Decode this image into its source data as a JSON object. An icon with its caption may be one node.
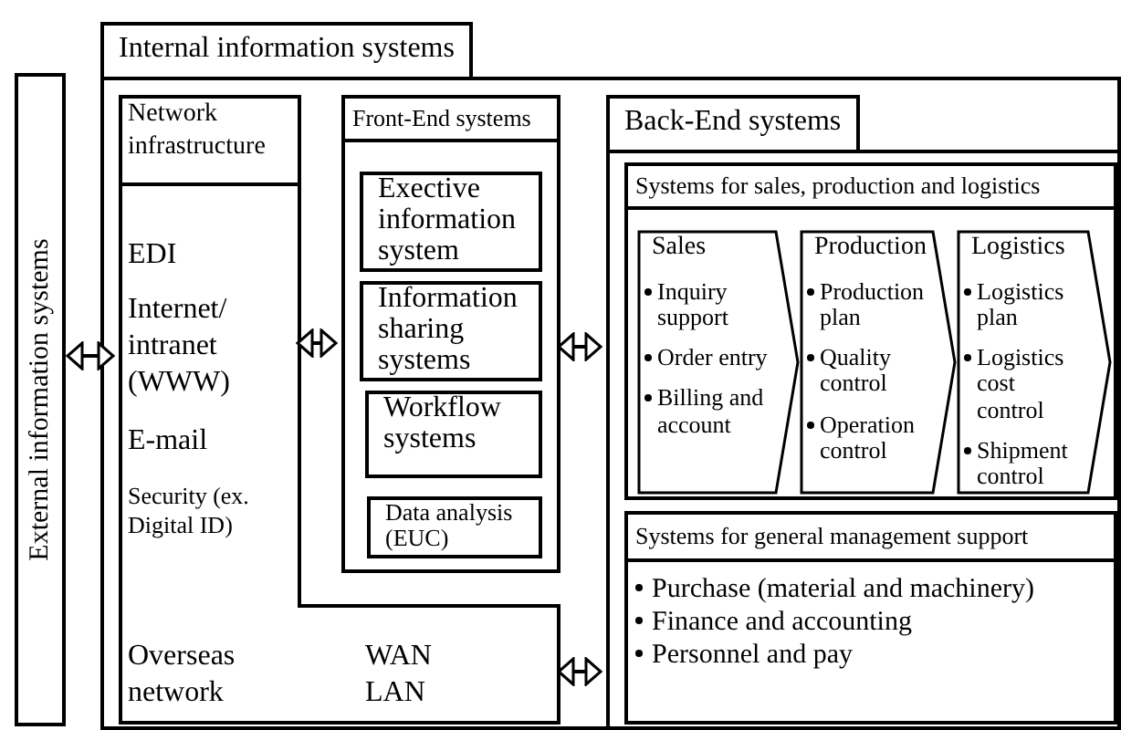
{
  "diagram": {
    "nodes": [
      {
        "text": [
          "External information systems"
        ]
      },
      {
        "text": [
          "Internal information systems"
        ]
      },
      {
        "text": [
          "Network infrastructure",
          "EDI",
          "Internet/ intranet (WWW)",
          "E-mail",
          "Security (ex. Digital ID)",
          "Overseas network",
          "WAN LAN"
        ],
        "in": 1
      },
      {
        "text": [
          "Front-End systems"
        ],
        "in": 1
      },
      {
        "text": [
          "Exective information system"
        ],
        "in": 3
      },
      {
        "text": [
          "Information sharing systems"
        ],
        "in": 3
      },
      {
        "text": [
          "Workflow systems"
        ],
        "in": 3
      },
      {
        "text": [
          "Data analysis (EUC)"
        ],
        "in": 3
      },
      {
        "text": [
          "Back-End systems"
        ],
        "in": 1
      },
      {
        "text": [
          "Systems for sales, production and logistics"
        ],
        "in": 8
      },
      {
        "text": [
          "Sales",
          "Inquiry support",
          "Order entry",
          "Billing and account"
        ],
        "in": 9
      },
      {
        "text": [
          "Production",
          "Production plan",
          "Quality control",
          "Operation control"
        ],
        "in": 9
      },
      {
        "text": [
          "Logistics",
          "Logistics plan",
          "Logistics cost control",
          "Shipment control"
        ],
        "in": 9
      },
      {
        "text": [
          "Systems for general management support",
          "Purchase (material and machinery)",
          "Finance and accounting",
          "Personnel and pay"
        ],
        "in": 8
      }
    ],
    "edges": [
      {
        "from": 0,
        "to": 2,
        "arrow": "both"
      },
      {
        "from": 2,
        "to": 3,
        "arrow": "both"
      },
      {
        "from": 3,
        "to": 8,
        "arrow": "both"
      },
      {
        "from": 2,
        "to": 8,
        "arrow": "both"
      }
    ]
  }
}
